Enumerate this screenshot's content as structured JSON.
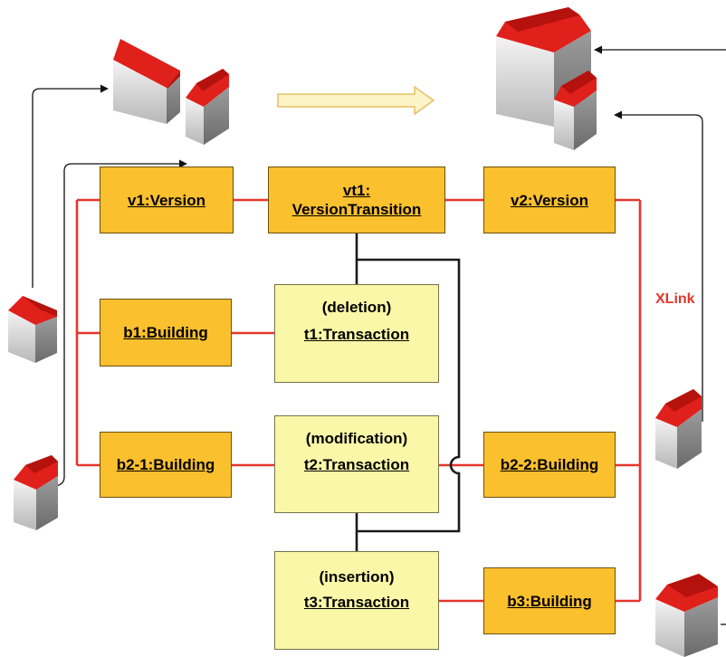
{
  "diagram": {
    "nodes": {
      "v1": {
        "label": "v1:Version"
      },
      "vt1": {
        "label_line1": "vt1:",
        "label_line2": "VersionTransition"
      },
      "v2": {
        "label": "v2:Version"
      },
      "b1": {
        "label": "b1:Building"
      },
      "b2_1": {
        "label": "b2-1:Building"
      },
      "b2_2": {
        "label": "b2-2:Building"
      },
      "b3": {
        "label": "b3:Building"
      },
      "t1": {
        "kind": "(deletion)",
        "label": "t1:Transaction"
      },
      "t2": {
        "kind": "(modification)",
        "label": "t2:Transaction"
      },
      "t3": {
        "kind": "(insertion)",
        "label": "t3:Transaction"
      }
    },
    "xlink_label": "XLink"
  },
  "colors": {
    "object_fill": "#FBC02D",
    "transaction_fill": "#FBF7A8",
    "association_line": "#E4362C",
    "transition_line": "#1A1A1A",
    "xlink_text": "#E4362C",
    "roof": "#E0201B"
  },
  "icons": [
    "building-icon",
    "block-arrow-icon",
    "arrowhead-icon"
  ]
}
